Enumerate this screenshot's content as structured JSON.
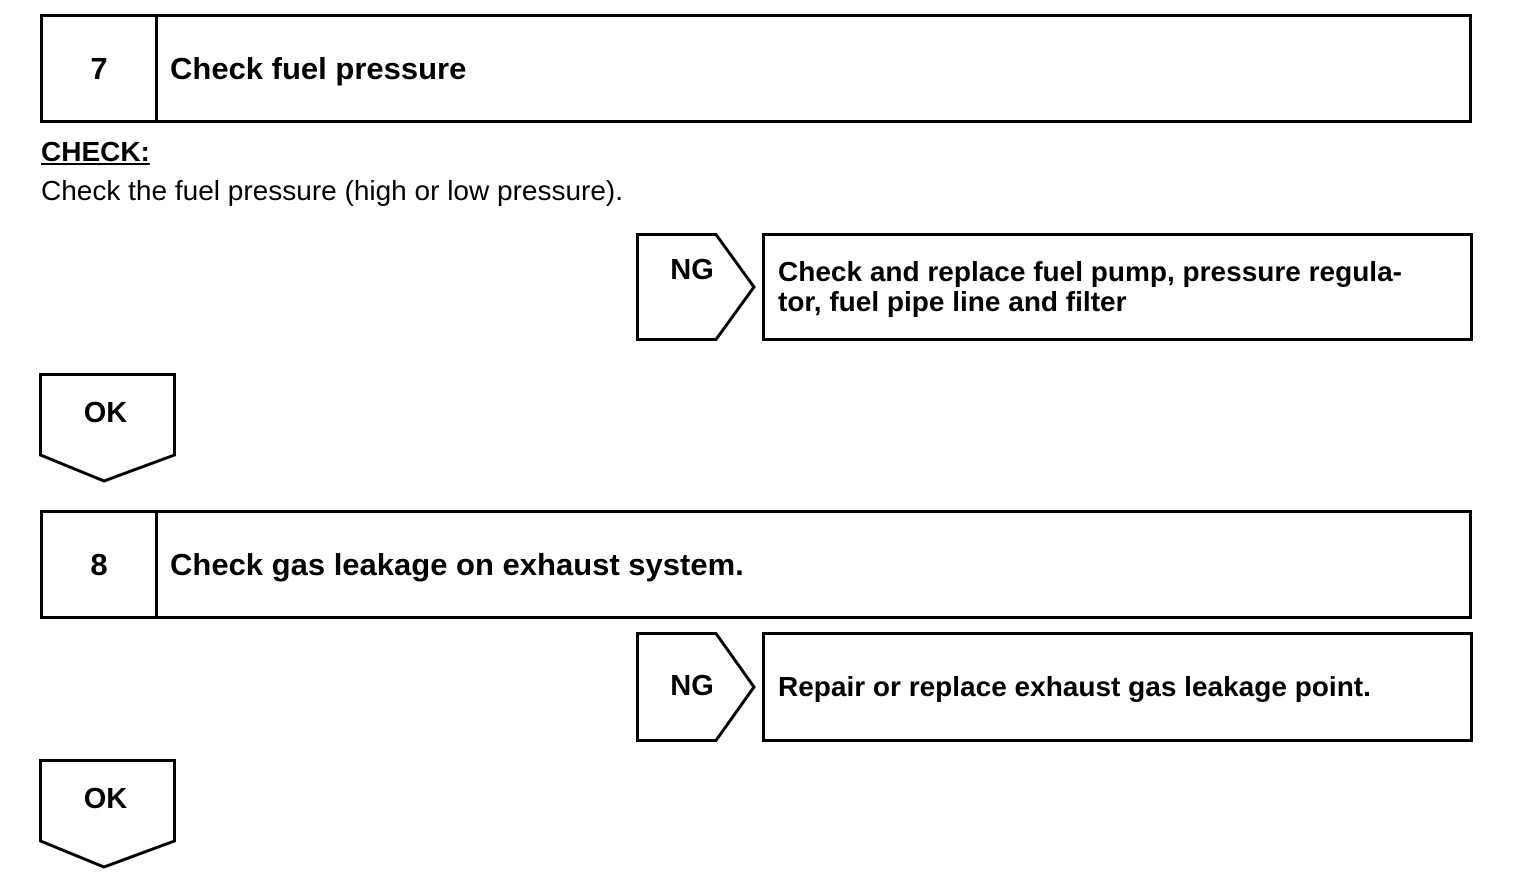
{
  "steps": [
    {
      "number": "7",
      "title": "Check fuel pressure",
      "check_label": "CHECK:",
      "check_text": "Check the fuel pressure (high or low pressure).",
      "ng_label": "NG",
      "ng_action": "Check and replace fuel pump, pressure regula-\ntor, fuel pipe line and filter",
      "ok_label": "OK"
    },
    {
      "number": "8",
      "title": "Check gas leakage on exhaust system.",
      "ng_label": "NG",
      "ng_action": "Repair or replace exhaust gas leakage point.",
      "ok_label": "OK"
    }
  ],
  "colors": {
    "stroke": "#000000",
    "background": "#ffffff"
  }
}
